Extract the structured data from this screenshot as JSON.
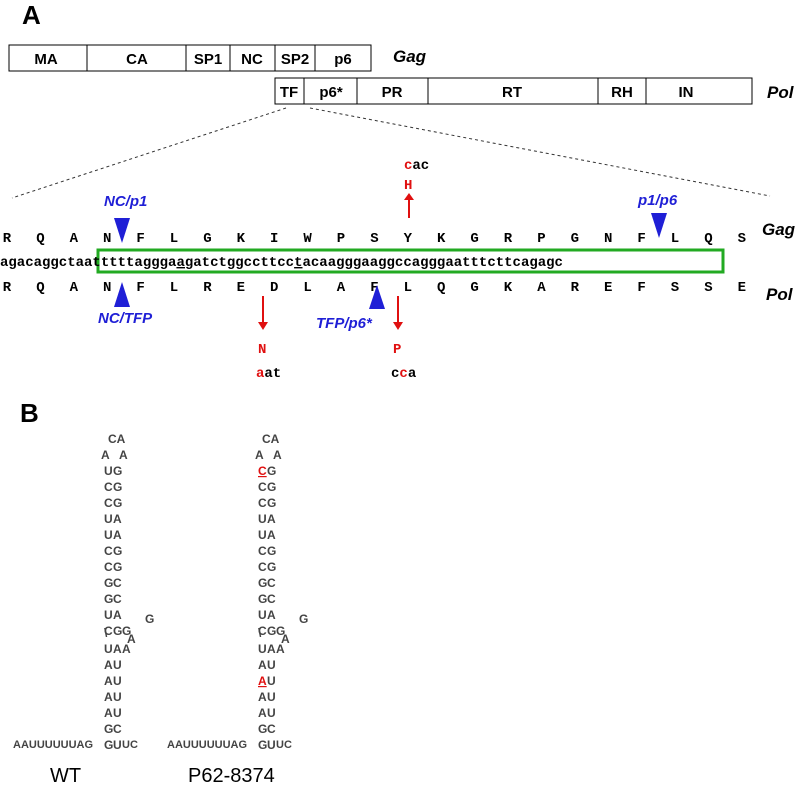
{
  "panel_a": {
    "label": "A",
    "gag_label": "Gag",
    "pol_label": "Pol",
    "gag_domains": [
      "MA",
      "CA",
      "SP1",
      "NC",
      "SP2",
      "p6"
    ],
    "pol_domains": [
      "TF",
      "p6*",
      "PR",
      "RT",
      "RH",
      "IN"
    ],
    "gag_aa": [
      "R",
      "Q",
      "A",
      "N",
      "F",
      "L",
      "G",
      "K",
      "I",
      "W",
      "P",
      "S",
      "Y",
      "K",
      "G",
      "R",
      "P",
      "G",
      "N",
      "F",
      "L",
      "Q",
      "S"
    ],
    "pol_aa": [
      "R",
      "Q",
      "A",
      "N",
      "F",
      "L",
      "R",
      "E",
      "D",
      "L",
      "A",
      "F",
      "L",
      "Q",
      "G",
      "K",
      "A",
      "R",
      "E",
      "F",
      "S",
      "S",
      "E"
    ],
    "nt_before": "agacaggct",
    "nt_boxed_1": "aatttttaggga",
    "nt_boxed_2": "ag",
    "nt_boxed_3": "a",
    "nt_boxed_4": "tctggccttcc",
    "nt_boxed_5": "t",
    "nt_boxed_6": "acaagggaaggccagggaatttcttc",
    "nt_after": "agagc",
    "cleavage_sites": {
      "nc_p1": "NC/p1",
      "p1_p6": "p1/p6",
      "nc_tfp": "NC/TFP",
      "tfp_p6": "TFP/p6*"
    },
    "mutations": {
      "h_aa": "H",
      "h_codon_red": "c",
      "h_codon_rest": "ac",
      "n_aa": "N",
      "n_codon_red": "a",
      "n_codon_rest": "at",
      "p_aa": "P",
      "p_codon_c1": "c",
      "p_codon_c2": "c",
      "p_codon_c3": "a"
    },
    "colors": {
      "blue": "#1f1fd6",
      "red": "#e01010",
      "green": "#22aa22"
    }
  },
  "panel_b": {
    "label": "B",
    "wt": {
      "caption": "WT",
      "loop_top": "CA",
      "loop_left": "A",
      "loop_right": "A",
      "left_strand": [
        "U",
        "C",
        "C",
        "U",
        "U",
        "C",
        "C",
        "G",
        "G",
        "U",
        "C"
      ],
      "right_strand": [
        "G",
        "G",
        "G",
        "A",
        "A",
        "G",
        "G",
        "C",
        "C",
        "A",
        "G"
      ],
      "bulge_g2": "G",
      "kink": "\\",
      "bulge_a1": "A",
      "bulge_a2": "A",
      "lower_left": [
        "U",
        "A",
        "A",
        "A",
        "A",
        "G",
        "G"
      ],
      "lower_right": [
        "A",
        "U",
        "U",
        "U",
        "U",
        "C",
        "U"
      ],
      "tail_left": "AAUUUUUUAG",
      "tail_right": "UC"
    },
    "mutant": {
      "caption": "P62-8374",
      "loop_top": "CA",
      "loop_left": "A",
      "loop_right": "A",
      "left_strand": [
        "C",
        "C",
        "C",
        "U",
        "U",
        "C",
        "C",
        "G",
        "G",
        "U",
        "C"
      ],
      "right_strand": [
        "G",
        "G",
        "G",
        "A",
        "A",
        "G",
        "G",
        "C",
        "C",
        "A",
        "G"
      ],
      "bulge_g2": "G",
      "kink": "\\",
      "bulge_a1": "A",
      "bulge_a2": "A",
      "lower_left": [
        "U",
        "A",
        "A",
        "A",
        "A",
        "G",
        "G"
      ],
      "lower_right": [
        "A",
        "U",
        "U",
        "U",
        "U",
        "C",
        "U"
      ],
      "tail_left": "AAUUUUUUAG",
      "tail_right": "UC"
    }
  }
}
